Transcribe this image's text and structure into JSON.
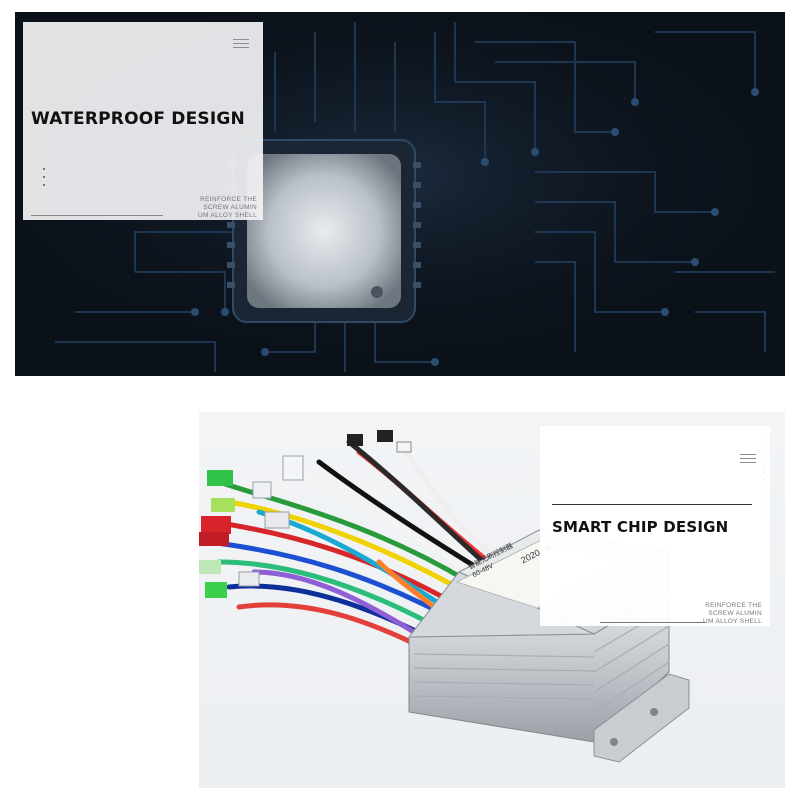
{
  "top_panel": {
    "heading": "WATERPROOF DESIGN",
    "caption_lines": [
      "REINFORCE THE",
      "SCREW ALUMIN",
      "UM ALLOY SHELL"
    ],
    "menu_icon": "menu-lines-icon",
    "colors": {
      "background": "#0b1119",
      "trace": "#1e3a57",
      "chip": "#c8cdd2"
    }
  },
  "bottom_panel": {
    "heading": "SMART CHIP DESIGN",
    "caption_lines": [
      "REINFORCE THE",
      "SCREW ALUMIN",
      "UM ALLOY SHELL"
    ],
    "menu_icon": "menu-lines-icon",
    "controller_label": {
      "line1": "智能无刷控制器",
      "line2": "60-48V",
      "line3": "2020.06"
    },
    "colors": {
      "background": "#eef0f2",
      "housing": "#c9ced3"
    }
  }
}
